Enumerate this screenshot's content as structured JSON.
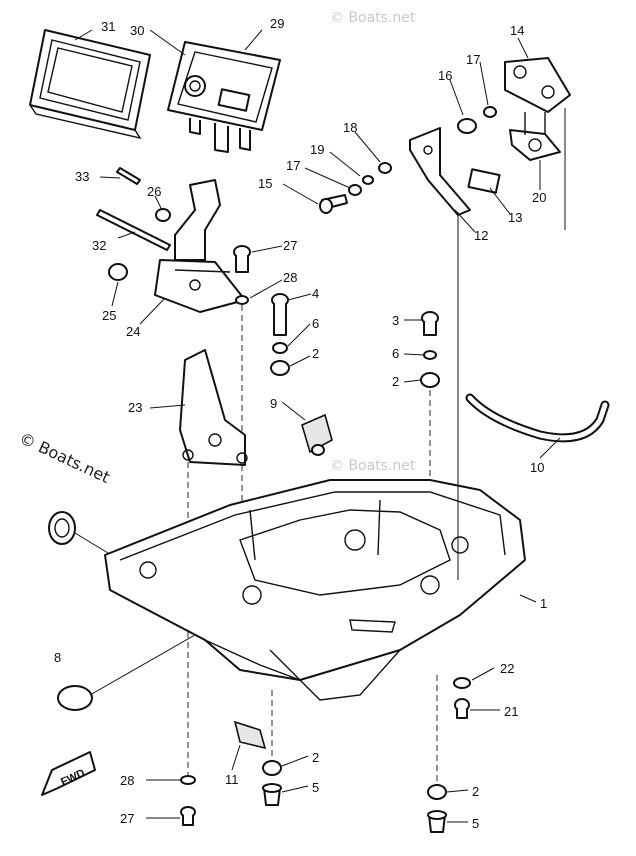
{
  "watermarks": {
    "side": "© Boats.net",
    "faint": [
      "© Boats.net",
      "© Boats.net"
    ]
  },
  "fwd_label": "FWD",
  "callouts": [
    {
      "id": "c31a",
      "text": "31"
    },
    {
      "id": "c30",
      "text": "30"
    },
    {
      "id": "c29",
      "text": "29"
    },
    {
      "id": "c14",
      "text": "14"
    },
    {
      "id": "c16",
      "text": "16"
    },
    {
      "id": "c17a",
      "text": "17"
    },
    {
      "id": "c18",
      "text": "18"
    },
    {
      "id": "c19",
      "text": "19"
    },
    {
      "id": "c17b",
      "text": "17"
    },
    {
      "id": "c15",
      "text": "15"
    },
    {
      "id": "c13",
      "text": "13"
    },
    {
      "id": "c12",
      "text": "12"
    },
    {
      "id": "c20",
      "text": "20"
    },
    {
      "id": "c33",
      "text": "33"
    },
    {
      "id": "c26",
      "text": "26"
    },
    {
      "id": "c32",
      "text": "32"
    },
    {
      "id": "c27a",
      "text": "27"
    },
    {
      "id": "c28a",
      "text": "28"
    },
    {
      "id": "c25",
      "text": "25"
    },
    {
      "id": "c24",
      "text": "24"
    },
    {
      "id": "c4",
      "text": "4"
    },
    {
      "id": "c6a",
      "text": "6"
    },
    {
      "id": "c2a",
      "text": "2"
    },
    {
      "id": "c3",
      "text": "3"
    },
    {
      "id": "c6b",
      "text": "6"
    },
    {
      "id": "c2b",
      "text": "2"
    },
    {
      "id": "c23",
      "text": "23"
    },
    {
      "id": "c9",
      "text": "9"
    },
    {
      "id": "c10",
      "text": "10"
    },
    {
      "id": "c1",
      "text": "1"
    },
    {
      "id": "c8",
      "text": "8"
    },
    {
      "id": "c22",
      "text": "22"
    },
    {
      "id": "c21",
      "text": "21"
    },
    {
      "id": "c2c",
      "text": "2"
    },
    {
      "id": "c5a",
      "text": "5"
    },
    {
      "id": "c11",
      "text": "11"
    },
    {
      "id": "c28b",
      "text": "28"
    },
    {
      "id": "c27b",
      "text": "27"
    },
    {
      "id": "c2d",
      "text": "2"
    },
    {
      "id": "c5b",
      "text": "5"
    }
  ]
}
